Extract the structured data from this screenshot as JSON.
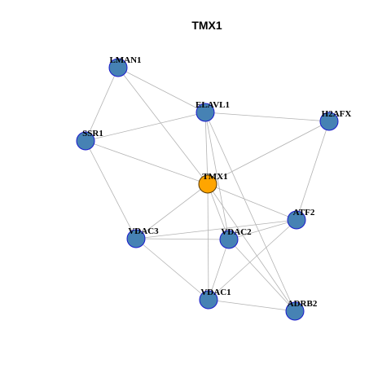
{
  "title": "TMX1",
  "colors": {
    "hub_fill": "#FFA500",
    "hub_stroke": "#5a3a00",
    "node_fill": "#4682B4",
    "node_stroke": "#1a1acc",
    "edge": "#b3b3b3"
  },
  "hub": "TMX1",
  "nodes": [
    "LMAN1",
    "ELAVL1",
    "H2AFX",
    "SSR1",
    "TMX1",
    "ATF2",
    "VDAC3",
    "VDAC2",
    "VDAC1",
    "ADRB2"
  ],
  "edges": [
    [
      "LMAN1",
      "SSR1"
    ],
    [
      "LMAN1",
      "ELAVL1"
    ],
    [
      "LMAN1",
      "TMX1"
    ],
    [
      "SSR1",
      "ELAVL1"
    ],
    [
      "SSR1",
      "TMX1"
    ],
    [
      "SSR1",
      "VDAC3"
    ],
    [
      "ELAVL1",
      "H2AFX"
    ],
    [
      "ELAVL1",
      "TMX1"
    ],
    [
      "ELAVL1",
      "VDAC2"
    ],
    [
      "ELAVL1",
      "ADRB2"
    ],
    [
      "H2AFX",
      "TMX1"
    ],
    [
      "H2AFX",
      "ATF2"
    ],
    [
      "TMX1",
      "ATF2"
    ],
    [
      "TMX1",
      "VDAC3"
    ],
    [
      "TMX1",
      "VDAC2"
    ],
    [
      "TMX1",
      "VDAC1"
    ],
    [
      "TMX1",
      "ADRB2"
    ],
    [
      "ATF2",
      "VDAC3"
    ],
    [
      "ATF2",
      "VDAC2"
    ],
    [
      "ATF2",
      "VDAC1"
    ],
    [
      "VDAC3",
      "VDAC2"
    ],
    [
      "VDAC3",
      "VDAC1"
    ],
    [
      "VDAC2",
      "VDAC1"
    ],
    [
      "VDAC2",
      "ADRB2"
    ],
    [
      "VDAC1",
      "ADRB2"
    ]
  ]
}
